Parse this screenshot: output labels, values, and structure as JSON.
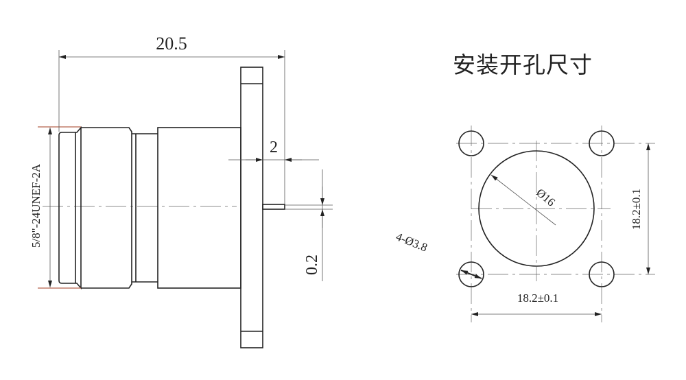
{
  "title": "安装开孔尺寸",
  "side_view": {
    "overall_length": "20.5",
    "flange_offset": "2",
    "pin_dim": "0.2",
    "thread_spec": "5/8\"-24UNEF-2A"
  },
  "panel_cutout": {
    "center_hole": "Ø16",
    "mount_holes": "4-Ø3.8",
    "vertical_spacing": "18.2±0.1",
    "horizontal_spacing": "18.2±0.1"
  },
  "colors": {
    "line": "#222222",
    "thread_marker": "#b5604a"
  }
}
